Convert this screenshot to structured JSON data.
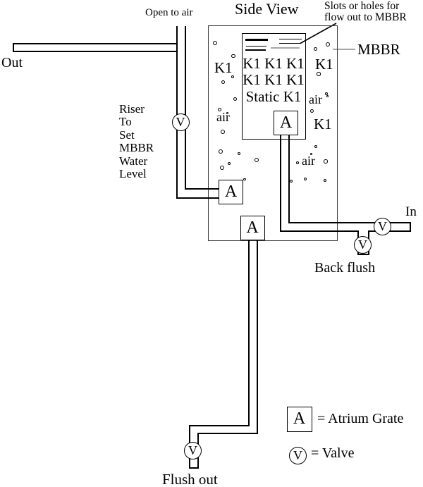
{
  "title": "Side View",
  "annotations": {
    "slots_note_line1": "Slots or holes for",
    "slots_note_line2": "flow out to MBBR",
    "open_to_air": "Open to air",
    "mbbr": "MBBR",
    "riser_lines": [
      "Riser",
      "To",
      "Set",
      "MBBR",
      "Water",
      "Level"
    ]
  },
  "flows": {
    "out": "Out",
    "in": "In",
    "back_flush": "Back flush",
    "flush_out": "Flush out"
  },
  "tank_labels": {
    "k1_left": "K1",
    "air_left": "air",
    "air_mid": "air",
    "k1_right_top": "K1",
    "air_right": "air",
    "k1_right_mid": "K1",
    "inner_rows": [
      "K1 K1 K1",
      "K1 K1 K1",
      "Static K1"
    ]
  },
  "symbols": {
    "atrium": "A",
    "valve": "V"
  },
  "legend": {
    "atrium_label": "= Atrium Grate",
    "valve_label": "= Valve"
  },
  "colors": {
    "line": "#000000",
    "tank_border": "#3a3a3a",
    "gray_line": "#a6a6a6",
    "background": "#ffffff"
  }
}
